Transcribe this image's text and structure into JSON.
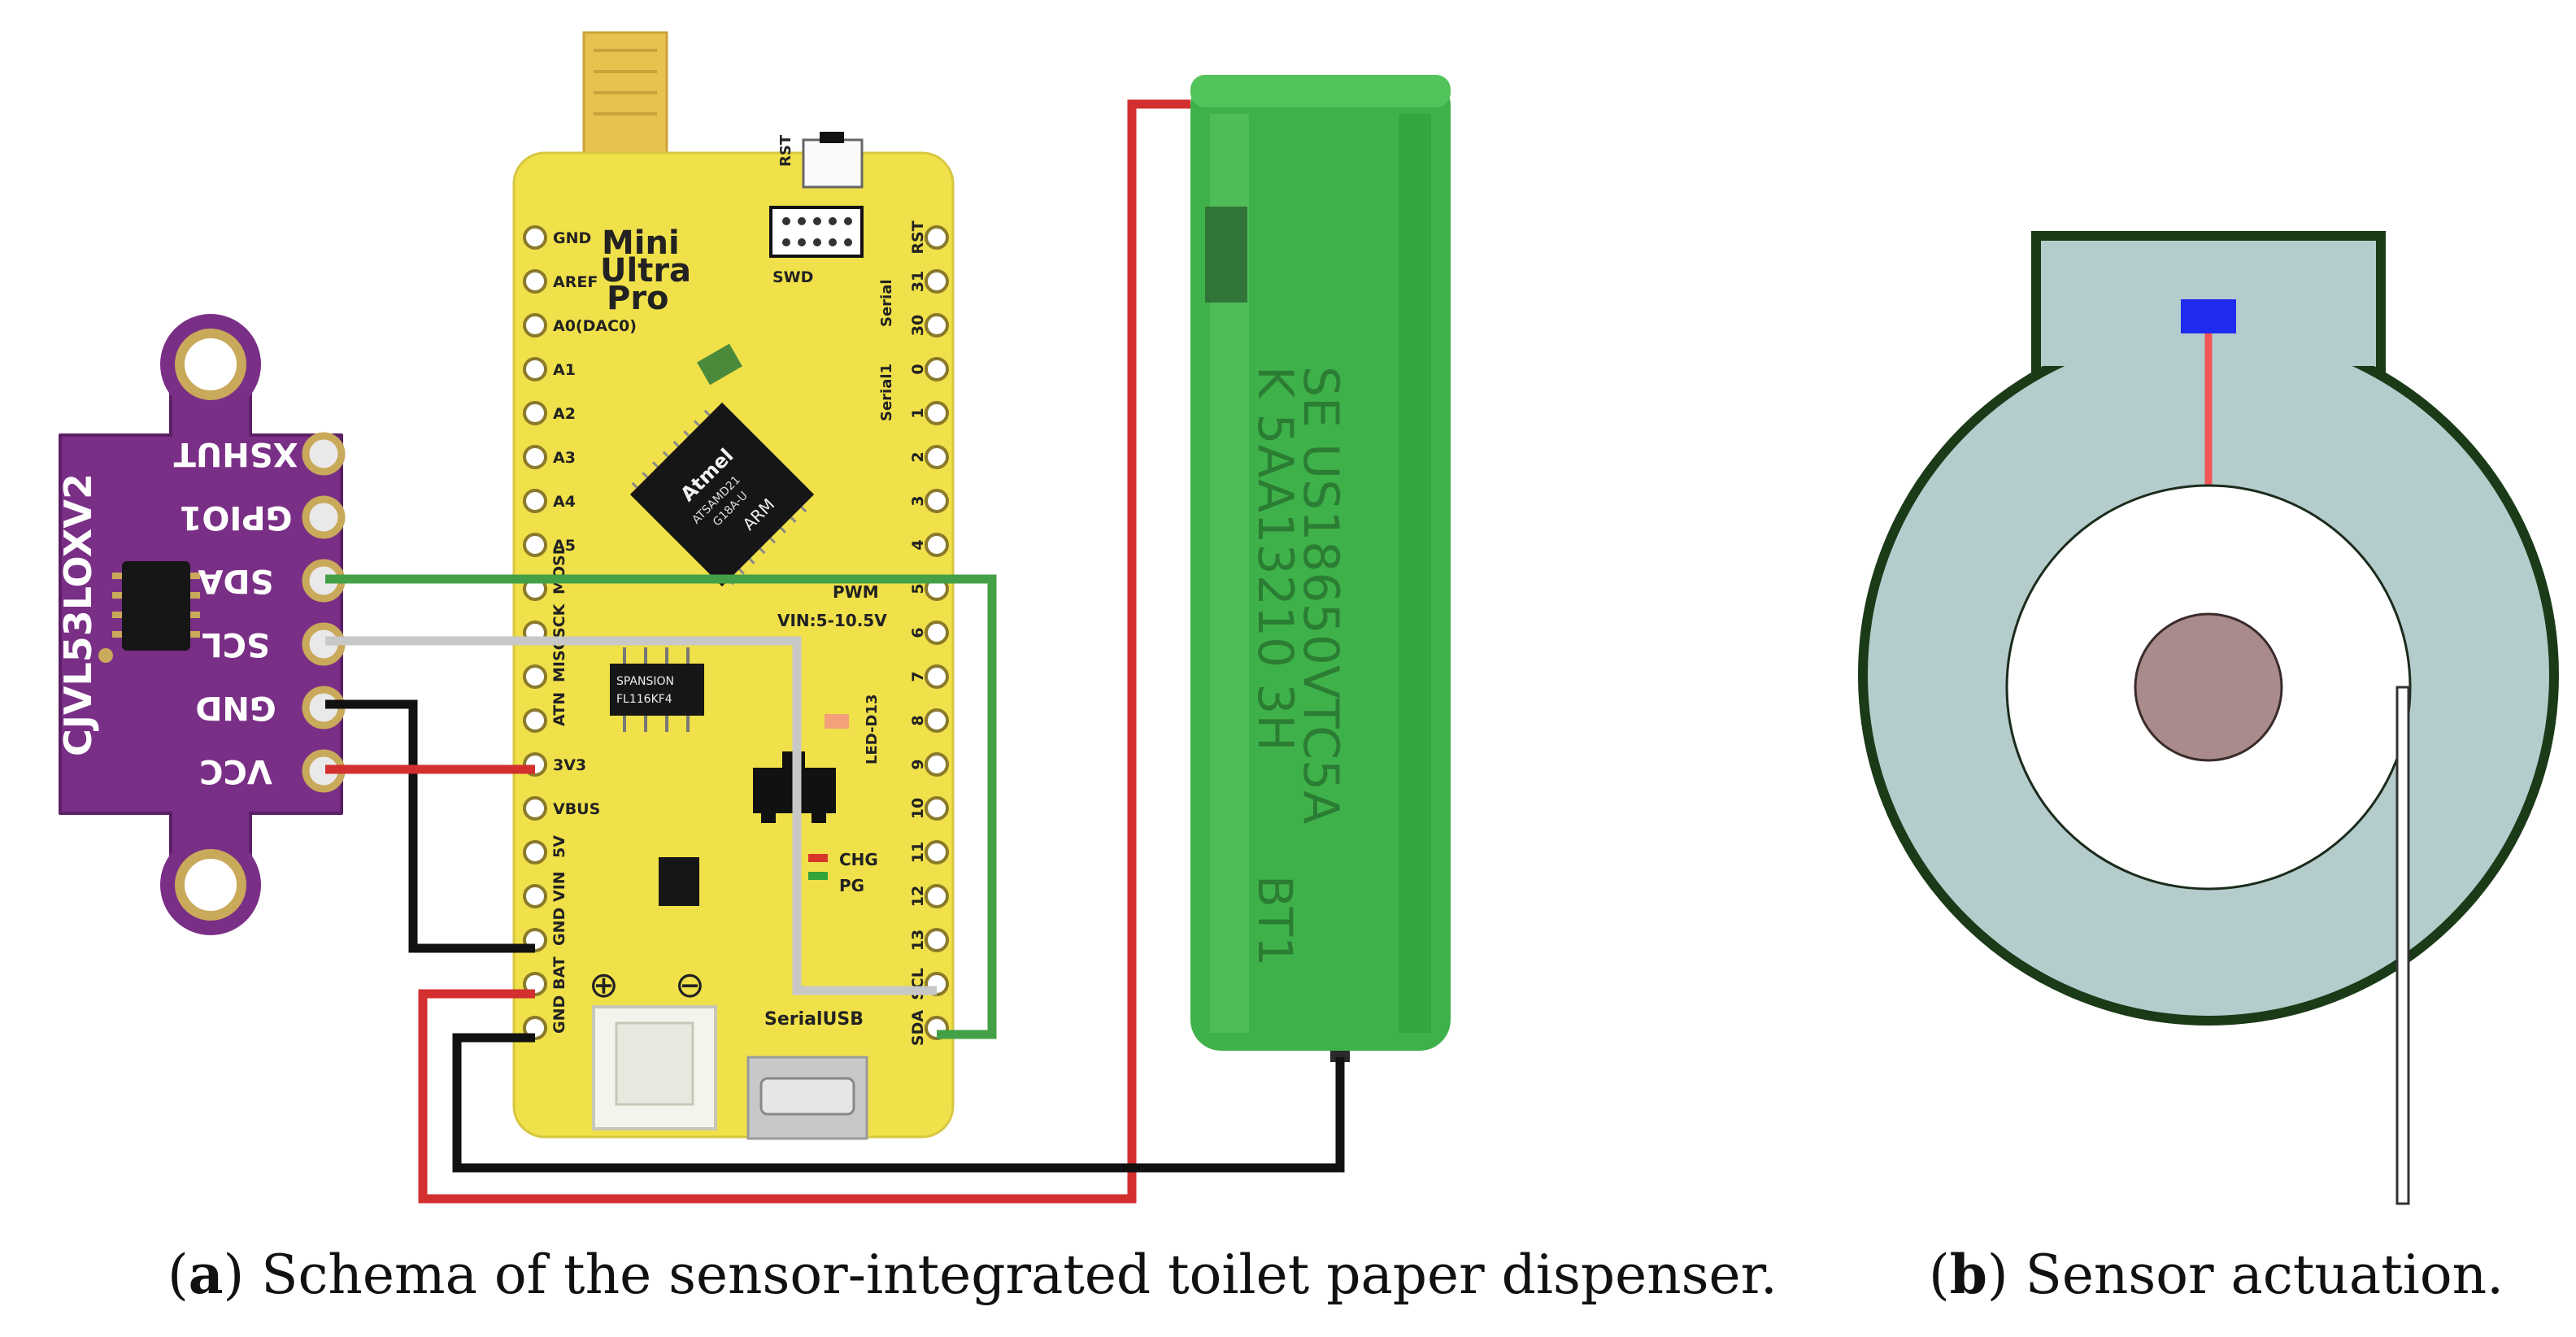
{
  "figure_a": {
    "caption": {
      "paren_open": "(",
      "letter": "a",
      "paren_close": ")",
      "text": "Schema of the sensor-integrated toilet paper dispenser."
    },
    "sensor_board": {
      "name": "CJVL53LOXV2",
      "pins": [
        "XSHUT",
        "GPIO1",
        "SDA",
        "SCL",
        "GND",
        "VCC"
      ]
    },
    "mcu_board": {
      "title_lines": [
        "Mini",
        "Ultra",
        "Pro"
      ],
      "chip_lines": [
        "Atmel",
        "ATSAMD21",
        "G18A-U",
        "ARM"
      ],
      "flash_lines": [
        "SPANSION",
        "FL116KF4"
      ],
      "top_labels": {
        "rst": "RST",
        "swd": "SWD",
        "serialusb": "SerialUSB"
      },
      "left_pins": [
        "GND",
        "AREF",
        "A0(DAC0)",
        "A1",
        "A2",
        "A3",
        "A4",
        "A5",
        "MOSI",
        "SCK",
        "MISO",
        "ATN",
        "3V3",
        "VBUS",
        "5V",
        "VIN",
        "GND",
        "BAT",
        "GND"
      ],
      "right_pins": [
        "RST",
        "31",
        "30",
        "0",
        "1",
        "2",
        "3",
        "4",
        "5",
        "6",
        "7",
        "8",
        "9",
        "10",
        "11",
        "12",
        "13",
        "SCL",
        "SDA"
      ],
      "side_labels": [
        "Serial",
        "Serial1"
      ],
      "pwm_label": "PWM",
      "vin_label": "VIN:5-10.5V",
      "led_label": "LED-D13",
      "chg_label": "CHG",
      "pg_label": "PG",
      "battery_connector": {
        "plus": "⊕",
        "minus": "⊖"
      }
    },
    "battery": {
      "line1": "SE US18650VTC5A",
      "line2": "K 5AA13210 3H",
      "bottom_mark": "BT1"
    },
    "wires": [
      {
        "from": "SDA",
        "to": "SDA",
        "color": "#43a047"
      },
      {
        "from": "SCL",
        "to": "SCL",
        "color": "#c8c8c8"
      },
      {
        "from": "GND",
        "to": "GND",
        "color": "#111111"
      },
      {
        "from": "VCC",
        "to": "3V3",
        "color": "#d32f2f"
      },
      {
        "from": "BAT",
        "to": "battery+",
        "color": "#d32f2f"
      },
      {
        "from": "GND",
        "to": "battery-",
        "color": "#111111"
      }
    ],
    "colors": {
      "sensor_board": "#7a2f86",
      "mcu_board": "#f0e04a",
      "battery": "#3fb14a"
    }
  },
  "figure_b": {
    "caption": {
      "paren_open": "(",
      "letter": "b",
      "paren_close": ")",
      "text": "Sensor actuation."
    },
    "colors": {
      "housing": "#b4cccc",
      "outline": "#1b3a18",
      "sensor": "#1f2cf0",
      "beam": "#f25555",
      "axle": "#a98b8b",
      "paper": "#ffffff"
    }
  }
}
